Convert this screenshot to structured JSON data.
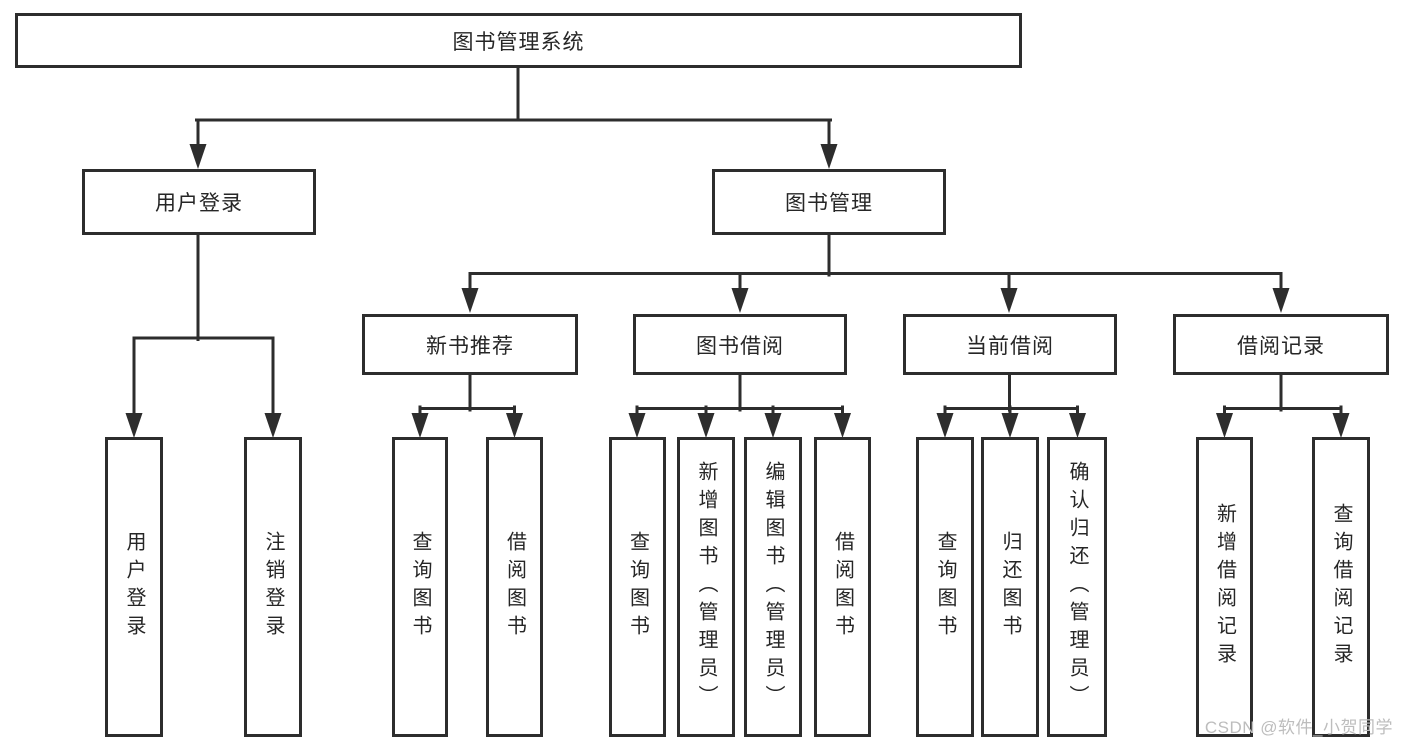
{
  "diagram": {
    "root": {
      "label": "图书管理系统"
    },
    "branches": [
      {
        "label": "用户登录",
        "children": [
          {
            "label": "用户登录"
          },
          {
            "label": "注销登录"
          }
        ]
      },
      {
        "label": "图书管理",
        "children": [
          {
            "label": "新书推荐",
            "children": [
              {
                "label": "查询图书"
              },
              {
                "label": "借阅图书"
              }
            ]
          },
          {
            "label": "图书借阅",
            "children": [
              {
                "label": "查询图书"
              },
              {
                "label": "新增图书（管理员）"
              },
              {
                "label": "编辑图书（管理员）"
              },
              {
                "label": "借阅图书"
              }
            ]
          },
          {
            "label": "当前借阅",
            "children": [
              {
                "label": "查询图书"
              },
              {
                "label": "归还图书"
              },
              {
                "label": "确认归还（管理员）"
              }
            ]
          },
          {
            "label": "借阅记录",
            "children": [
              {
                "label": "新增借阅记录"
              },
              {
                "label": "查询借阅记录"
              }
            ]
          }
        ]
      }
    ]
  },
  "watermark": {
    "text": "CSDN @软件_小贺同学"
  },
  "colors": {
    "line": "#2d2d2d",
    "text": "#262626",
    "bg": "#ffffff",
    "watermark": "#bdbdbd"
  }
}
